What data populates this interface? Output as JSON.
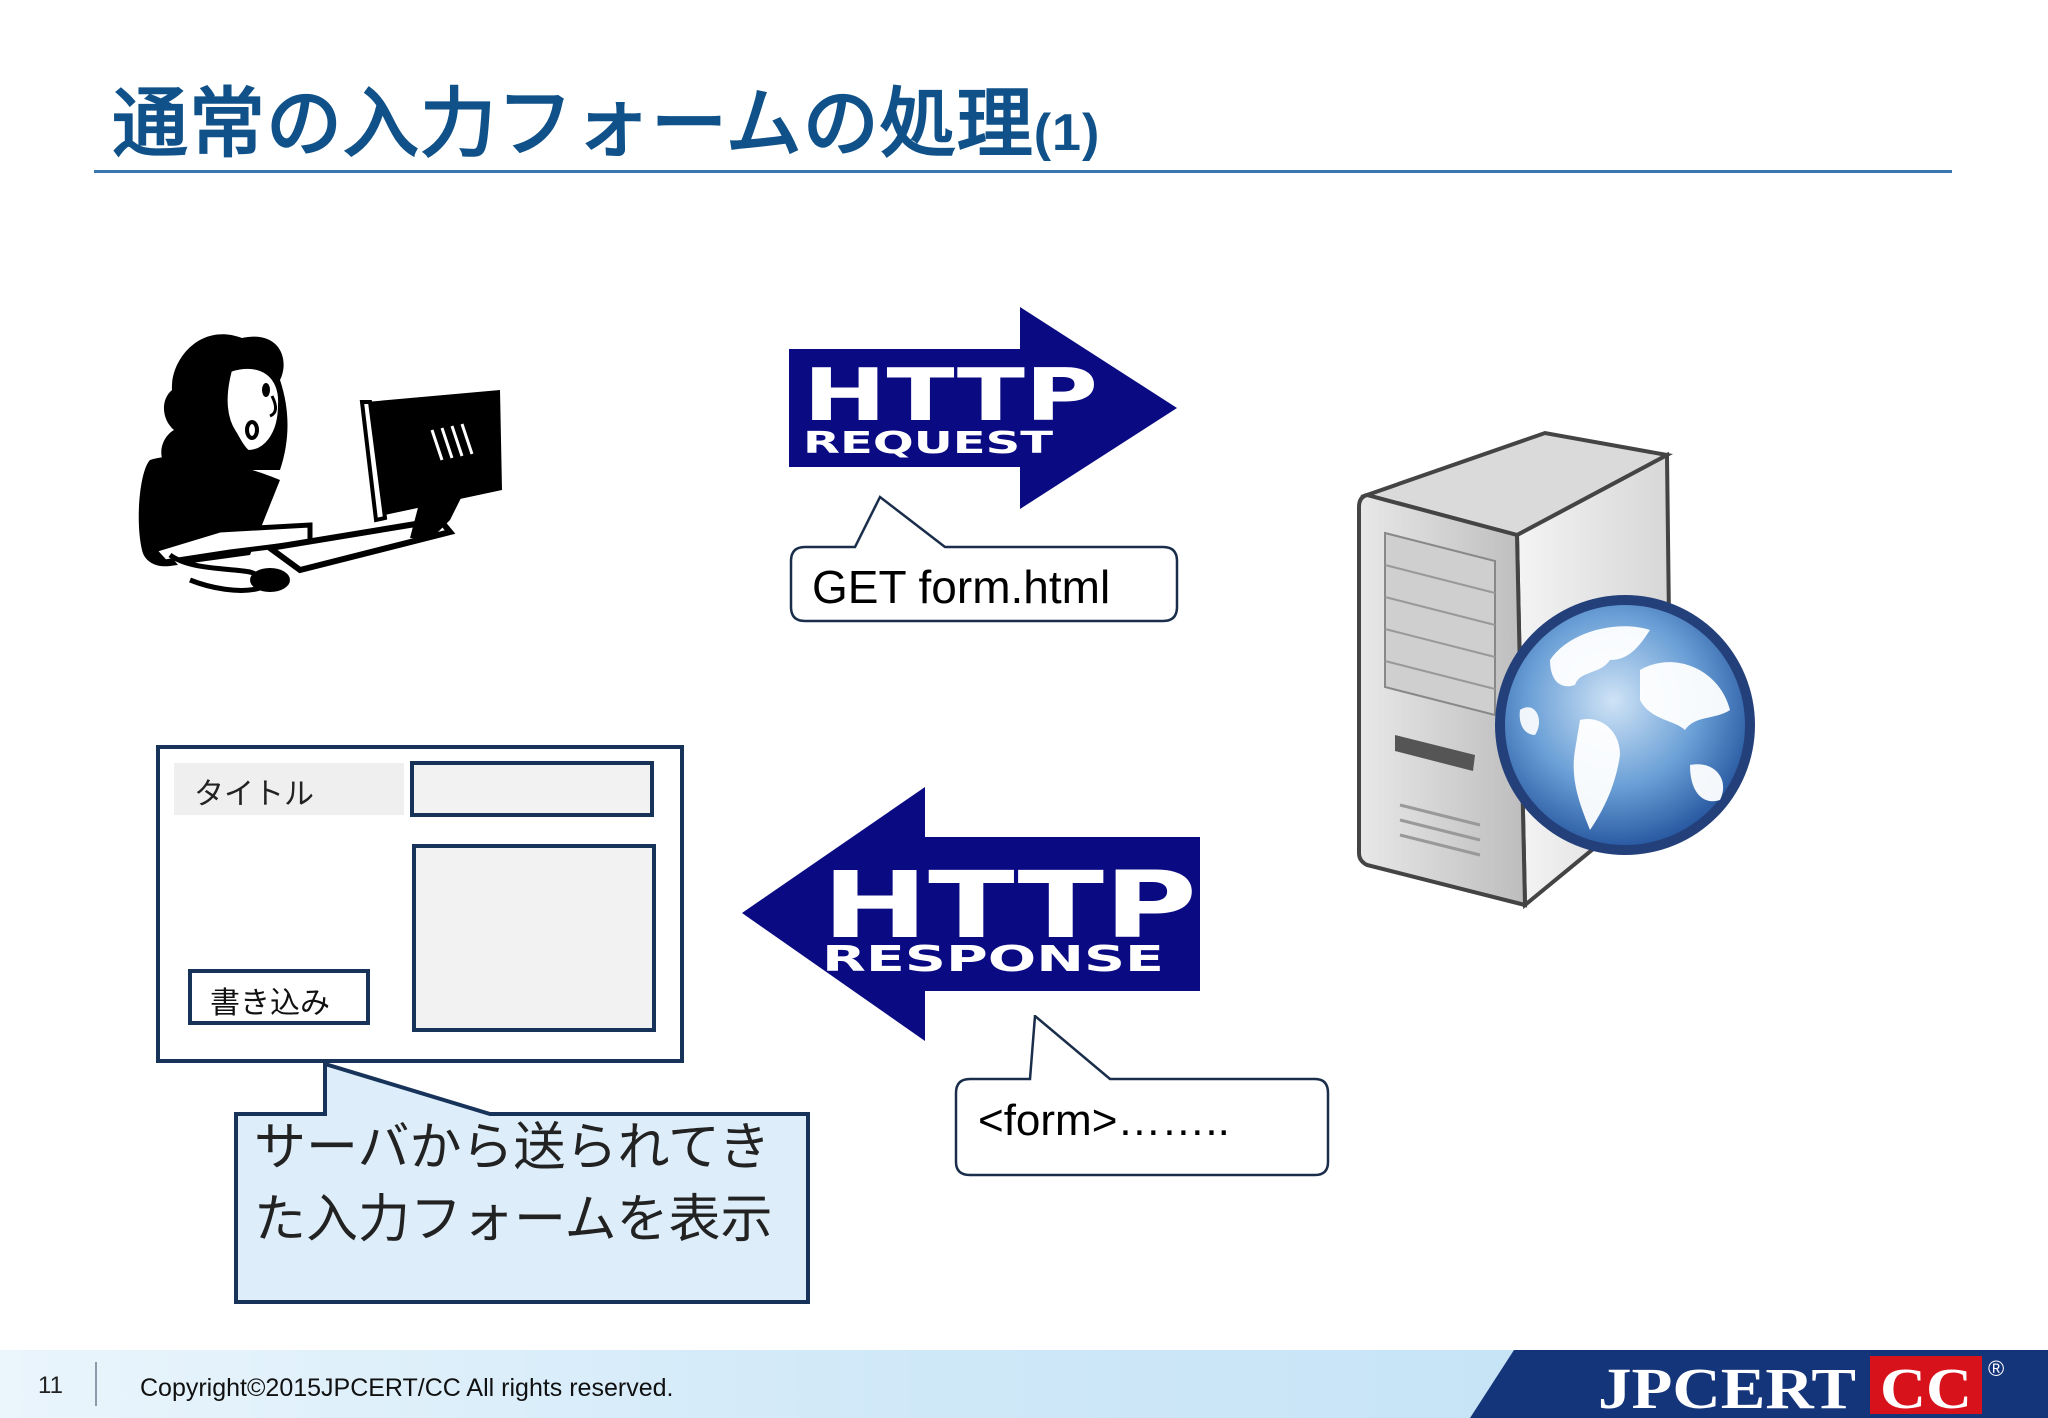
{
  "title": {
    "main": "通常の入力フォームの処理",
    "suffix": "(1)"
  },
  "request": {
    "arrow_big": "HTTP",
    "arrow_small": "REQUEST",
    "bubble": "GET form.html"
  },
  "response": {
    "arrow_big": "HTTP",
    "arrow_small": "RESPONSE",
    "bubble": "<form>…….."
  },
  "form_mock": {
    "title_label": "タイトル",
    "submit_label": "書き込み"
  },
  "callout": {
    "line1": "サーバから送られてき",
    "line2": "た入力フォームを表示"
  },
  "footer": {
    "page": "11",
    "copyright": "Copyright©2015JPCERT/CC All rights reserved.",
    "logo_main": "JPCERT",
    "logo_cc": "CC",
    "logo_reg": "®"
  },
  "colors": {
    "title": "#0f5188",
    "arrow": "#0a0a82",
    "rule": "#3a77b0",
    "footer_band": "#cfe8f8"
  },
  "icons": [
    "person-at-computer-icon",
    "server-icon",
    "globe-icon"
  ]
}
